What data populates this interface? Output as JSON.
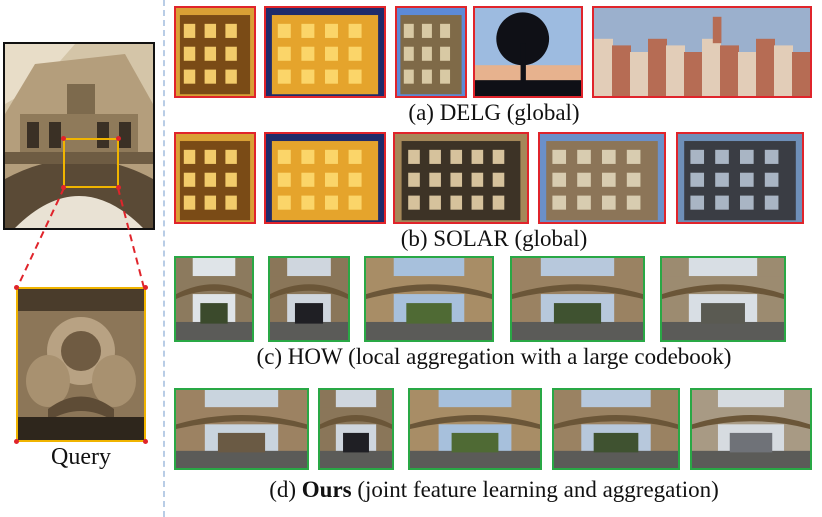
{
  "query": {
    "label": "Query"
  },
  "rows": [
    {
      "id": "a",
      "prefix": "(a) DELG (global)",
      "bold": "",
      "suffix": "",
      "border_color": "#e0242b",
      "result": "incorrect",
      "thumbnails": [
        {
          "scene": "facade-golden-closeup"
        },
        {
          "scene": "facade-golden-night"
        },
        {
          "scene": "tower-blue-sky"
        },
        {
          "scene": "tree-silhouette-dusk"
        },
        {
          "scene": "city-rooftops-panorama"
        }
      ]
    },
    {
      "id": "b",
      "prefix": "(b) SOLAR (global)",
      "bold": "",
      "suffix": "",
      "border_color": "#e0242b",
      "result": "incorrect",
      "thumbnails": [
        {
          "scene": "facade-golden-closeup"
        },
        {
          "scene": "facade-golden-night"
        },
        {
          "scene": "stone-windows-closeup"
        },
        {
          "scene": "stone-building-upward"
        },
        {
          "scene": "gothic-building-sky"
        }
      ]
    },
    {
      "id": "c",
      "prefix": "(c) HOW (local aggregation with a large codebook)",
      "bold": "",
      "suffix": "",
      "border_color": "#29a845",
      "result": "correct",
      "thumbnails": [
        {
          "scene": "bridge-street-pedestrian"
        },
        {
          "scene": "bridge-crowd-tourists"
        },
        {
          "scene": "bridge-wide-view"
        },
        {
          "scene": "bridge-front-view"
        },
        {
          "scene": "bridge-distant-street"
        }
      ]
    },
    {
      "id": "d",
      "prefix": "(d) ",
      "bold": "Ours",
      "suffix": " (joint feature learning and aggregation)",
      "border_color": "#29a845",
      "result": "correct",
      "thumbnails": [
        {
          "scene": "bridge-street-wide"
        },
        {
          "scene": "bridge-crowd-tourists"
        },
        {
          "scene": "bridge-wide-view"
        },
        {
          "scene": "bridge-front-view"
        },
        {
          "scene": "bridge-overcast-street"
        }
      ]
    }
  ]
}
